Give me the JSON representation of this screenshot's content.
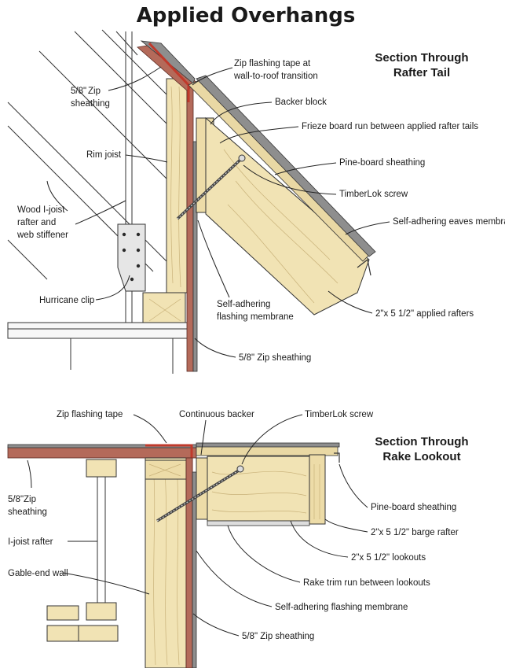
{
  "title": "Applied Overhangs",
  "top_section": {
    "title_line1": "Section Through",
    "title_line2": "Rafter Tail",
    "labels": {
      "zip_sheathing_1": "Zip",
      "zip_sheathing_2": "sheathing",
      "zip_sheathing_frac": "5/8\"",
      "zip_tape_1": "Zip flashing tape at",
      "zip_tape_2": "wall-to-roof transition",
      "backer_block": "Backer block",
      "frieze_board": "Frieze board run between applied rafter tails",
      "rim_joist": "Rim joist",
      "pine_board": "Pine-board sheathing",
      "timberlok": "TimberLok screw",
      "eaves_membrane": "Self-adhering eaves membra",
      "ijoist_1": "Wood I-joist",
      "ijoist_2": "rafter and",
      "ijoist_3": "web stiffener",
      "hurricane_clip": "Hurricane clip",
      "flashing_1": "Self-adhering",
      "flashing_2": "flashing membrane",
      "applied_rafters": "2\"x 5 1/2\" applied rafters",
      "zip_bottom": "5/8\" Zip sheathing"
    }
  },
  "bottom_section": {
    "title_line1": "Section Through",
    "title_line2": "Rake Lookout",
    "labels": {
      "zip_tape": "Zip flashing tape",
      "continuous_backer": "Continuous backer",
      "timberlok": "TimberLok screw",
      "zip_sheathing_1": "Zip",
      "zip_sheathing_2": "sheathing",
      "zip_sheathing_frac": "5/8\"",
      "pine_board": "Pine-board sheathing",
      "barge_rafter": "2\"x 5 1/2\" barge rafter",
      "ijoist": "I-joist rafter",
      "lookouts": "2\"x 5 1/2\" lookouts",
      "gable_wall": "Gable-end wall",
      "rake_trim": "Rake trim run between lookouts",
      "flashing": "Self-adhering flashing membrane",
      "zip_bottom": "5/8\" Zip sheathing"
    }
  },
  "colors": {
    "wood": "#f1e3b4",
    "membrane": "#8e8e8e",
    "zip": "#b46a5a",
    "tape": "#c0392b"
  }
}
